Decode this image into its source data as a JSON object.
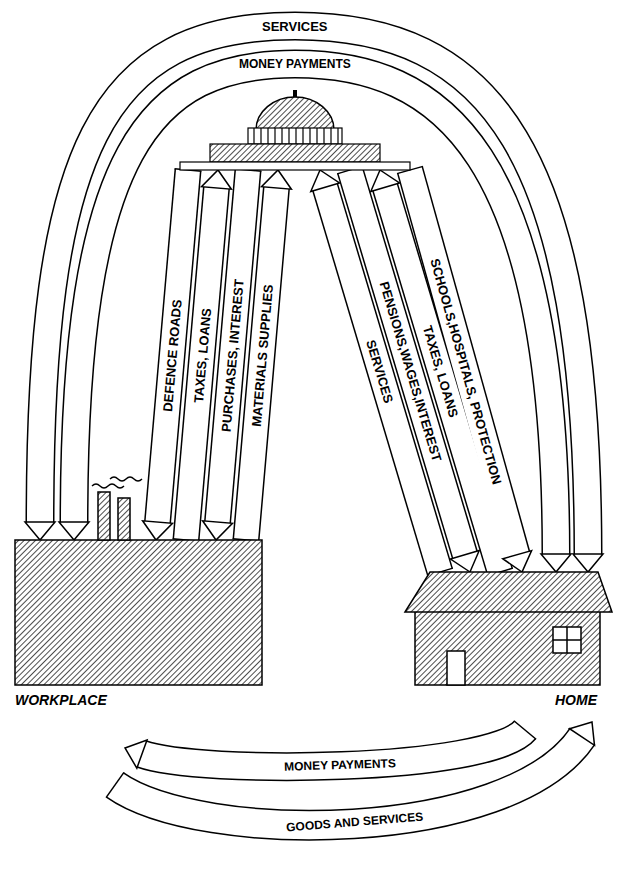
{
  "diagram": {
    "nodes": [
      {
        "text": []
      },
      {
        "text": [
          "WORKPLACE"
        ]
      },
      {
        "text": [
          "HOME"
        ]
      }
    ],
    "edges": [
      {
        "from": 0,
        "to": 1,
        "label": "SERVICES",
        "arrow": "to"
      },
      {
        "from": 0,
        "to": 2,
        "arrow": "to"
      },
      {
        "from": 0,
        "to": 1,
        "label": "MONEY PAYMENTS",
        "arrow": "to"
      },
      {
        "from": 0,
        "to": 2,
        "arrow": "to"
      },
      {
        "from": 0,
        "to": 1,
        "label": "DEFENCE ROADS",
        "arrow": "to"
      },
      {
        "from": 1,
        "to": 0,
        "label": "TAXES, LOANS",
        "arrow": "to"
      },
      {
        "from": 0,
        "to": 1,
        "label": "PURCHASES, INTEREST",
        "arrow": "to"
      },
      {
        "from": 1,
        "to": 0,
        "label": "MATERIALS SUPPLIES",
        "arrow": "to"
      },
      {
        "from": 2,
        "to": 0,
        "label": "SERVICES",
        "arrow": "to"
      },
      {
        "from": 0,
        "to": 2,
        "label": "PENSIONS,WAGES,INTEREST",
        "arrow": "to"
      },
      {
        "from": 2,
        "to": 0,
        "label": "TAXES, LOANS",
        "arrow": "to"
      },
      {
        "from": 0,
        "to": 2,
        "label": "SCHOOLS,HOSPITALS, PROTECTION",
        "arrow": "to"
      },
      {
        "from": 2,
        "to": 1,
        "label": "MONEY PAYMENTS",
        "arrow": "to"
      },
      {
        "from": 1,
        "to": 2,
        "label": "GOODS AND SERVICES",
        "arrow": "to"
      }
    ]
  }
}
